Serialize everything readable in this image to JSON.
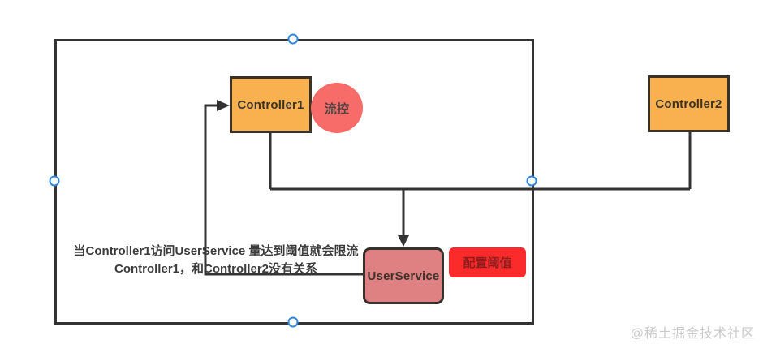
{
  "diagram": {
    "nodes": {
      "controller1": {
        "label": "Controller1"
      },
      "controller2": {
        "label": "Controller2"
      },
      "userservice": {
        "label": "UserService"
      },
      "flow_control": {
        "label": "流控"
      },
      "threshold_button": {
        "label": "配置阈值"
      }
    },
    "annotation": {
      "line1": "当Controller1访问UserService 量达到阈值就会限流",
      "line2": "Controller1，和Controller2没有关系"
    },
    "watermark": "@稀土掘金技术社区",
    "colors": {
      "node_orange": "#F9B04E",
      "node_red": "#DF8183",
      "circle_red": "#F76B68",
      "button_red": "#FB2B2B",
      "line": "#333333",
      "handle_blue": "#2E86DE",
      "watermark_gray": "#C9C9C9"
    }
  }
}
